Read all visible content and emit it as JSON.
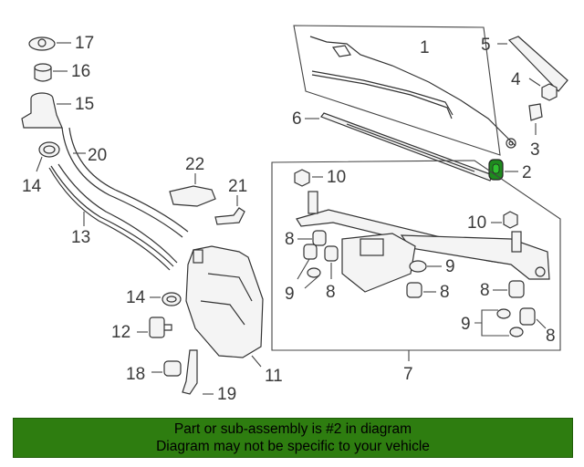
{
  "callouts": {
    "c1": "1",
    "c2": "2",
    "c3": "3",
    "c4": "4",
    "c5": "5",
    "c6": "6",
    "c7": "7",
    "c8a": "8",
    "c8b": "8",
    "c8c": "8",
    "c8d": "8",
    "c8e": "8",
    "c9a": "9",
    "c9b": "9",
    "c9c": "9",
    "c10a": "10",
    "c10b": "10",
    "c11": "11",
    "c12": "12",
    "c13": "13",
    "c14a": "14",
    "c14b": "14",
    "c15": "15",
    "c16": "16",
    "c17": "17",
    "c18": "18",
    "c19": "19",
    "c20": "20",
    "c21": "21",
    "c22": "22"
  },
  "highlight_color": "#1e8a1e",
  "footer": {
    "line1": "Part or sub-assembly is #2 in diagram",
    "line2": "Diagram may not be specific to your vehicle",
    "bg_color": "#2e7d10"
  }
}
